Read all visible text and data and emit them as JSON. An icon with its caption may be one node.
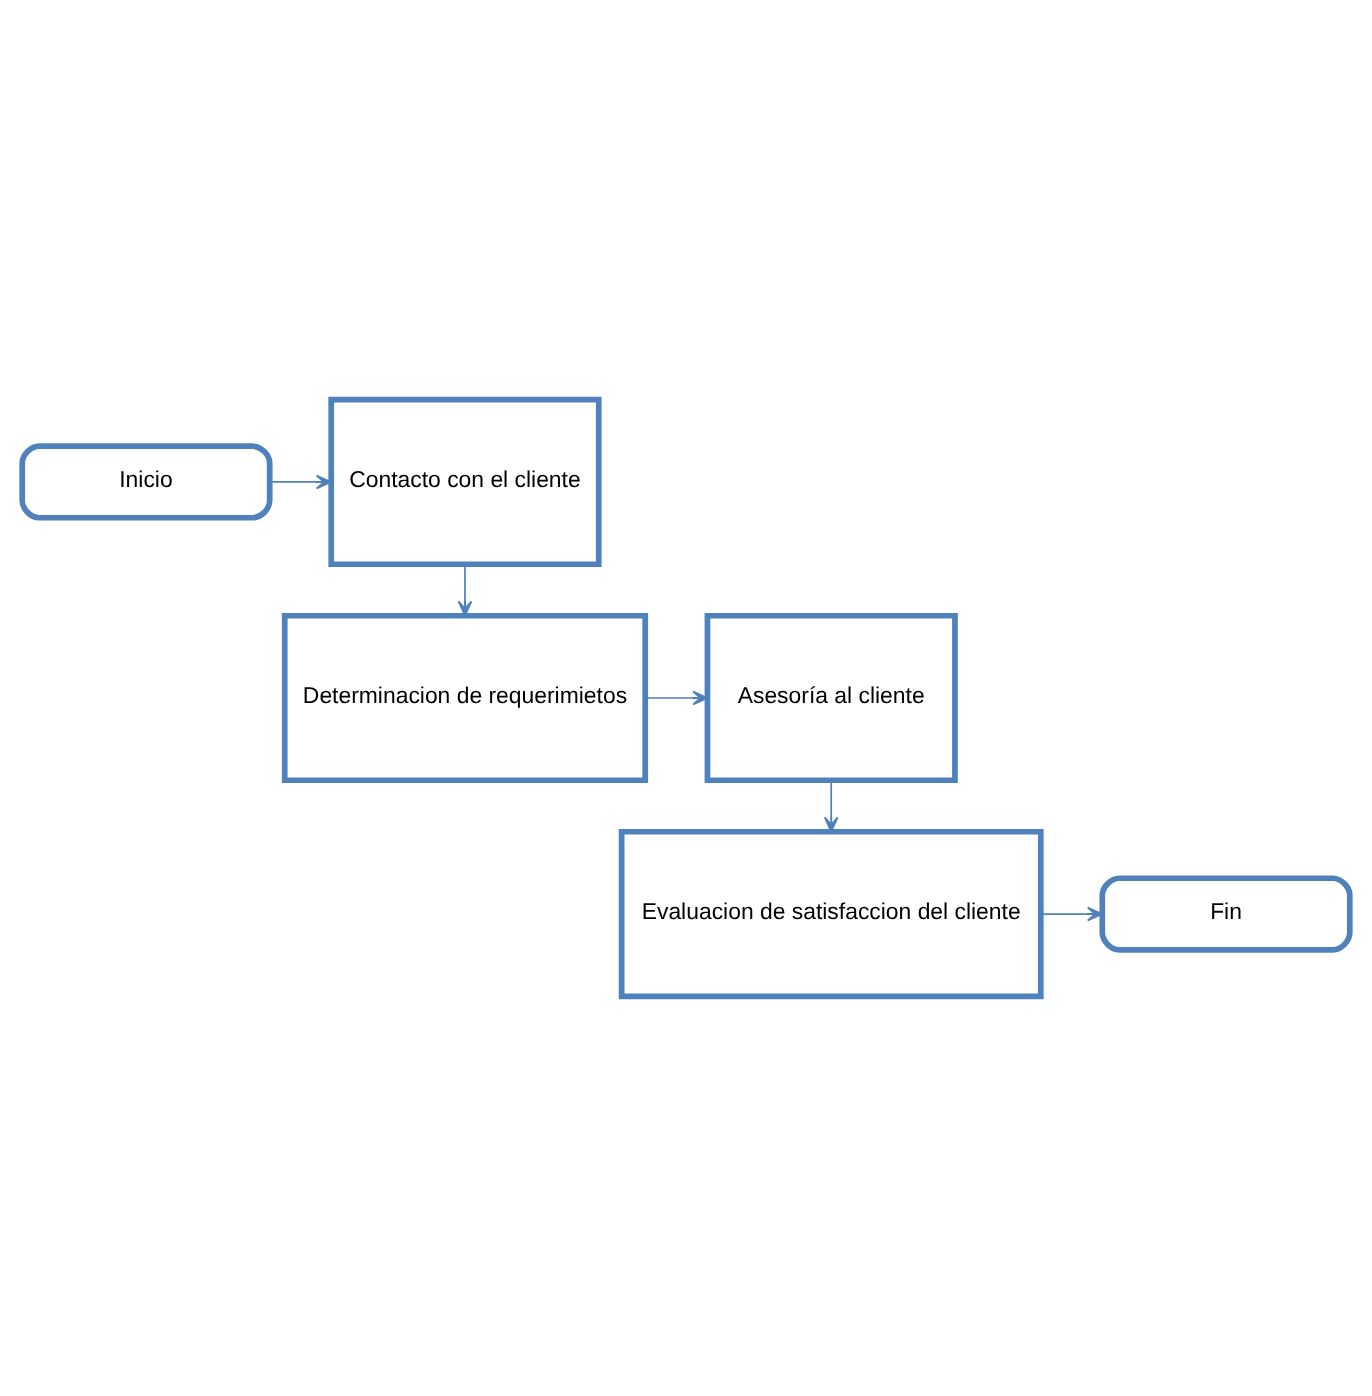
{
  "diagram": {
    "nodes": [
      {
        "text": [
          "Inicio"
        ]
      },
      {
        "text": [
          "Contacto con el cliente"
        ]
      },
      {
        "text": [
          "Determinacion de requerimietos"
        ]
      },
      {
        "text": [
          "Asesoría al cliente"
        ]
      },
      {
        "text": [
          "Evaluacion de satisfaccion del cliente"
        ]
      },
      {
        "text": [
          "Fin"
        ]
      }
    ],
    "edges": [
      {
        "from": 0,
        "to": 1,
        "arrow": "to"
      },
      {
        "from": 1,
        "to": 2,
        "arrow": "to"
      },
      {
        "from": 2,
        "to": 3,
        "arrow": "to"
      },
      {
        "from": 3,
        "to": 4,
        "arrow": "to"
      },
      {
        "from": 4,
        "to": 5,
        "arrow": "to"
      }
    ]
  }
}
